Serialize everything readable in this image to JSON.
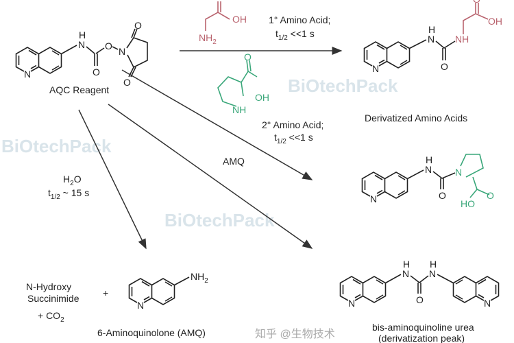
{
  "title": "AQC derivatization reaction scheme",
  "reagent": {
    "label": "AQC Reagent",
    "atoms": {
      "N_ring": "N",
      "NH_N": "N",
      "NH_H": "H",
      "O_ester": "O",
      "N_imide": "N",
      "O_top": "O",
      "O_bottom": "O",
      "O_carbonyl": "O"
    }
  },
  "primary": {
    "line1": "1° Amino Acid;",
    "t": "t",
    "sub": "1/2",
    "rest": " <<1 s",
    "atoms": {
      "OH": "OH",
      "NH2": "NH",
      "NH2_sub": "2",
      "O": "O"
    }
  },
  "secondary": {
    "line1": "2° Amino Acid;",
    "t": "t",
    "sub": "1/2",
    "rest": " <<1 s",
    "atoms": {
      "OH": "OH",
      "NH": "NH",
      "O": "O"
    }
  },
  "product_label": "Derivatized Amino Acids",
  "product1": {
    "atoms": {
      "N_ring": "N",
      "N": "N",
      "H": "H",
      "O": "O",
      "NH": "NH",
      "OH": "OH",
      "O_top": "O"
    }
  },
  "product2": {
    "atoms": {
      "N_ring": "N",
      "N": "N",
      "H": "H",
      "O": "O",
      "N_pro": "N",
      "HO": "HO",
      "O_acid": "O"
    }
  },
  "amq_arrow": "AMQ",
  "hydrolysis": {
    "h": "H",
    "h_sub": "2",
    "o": "O",
    "t": "t",
    "sub": "1/2",
    "rest": " ~  15 s"
  },
  "byproducts": {
    "line1": "N-Hydroxy",
    "line2": "Succinimide",
    "co2": "+ CO",
    "co2_sub": "2",
    "plus": "+"
  },
  "amq": {
    "label": "6-Aminoquinolone (AMQ)",
    "atoms": {
      "N_ring": "N",
      "NH2": "NH",
      "NH2_sub": "2"
    }
  },
  "bis_urea": {
    "line1": "bis-aminoquinoline urea",
    "line2": "(derivatization peak)",
    "atoms": {
      "N_left": "N",
      "N_right": "N",
      "N1": "N",
      "H1": "H",
      "N2": "N",
      "H2": "H",
      "O": "O"
    }
  },
  "watermark": {
    "text": "BiOtechPack",
    "credit": "知乎 @生物技术"
  }
}
